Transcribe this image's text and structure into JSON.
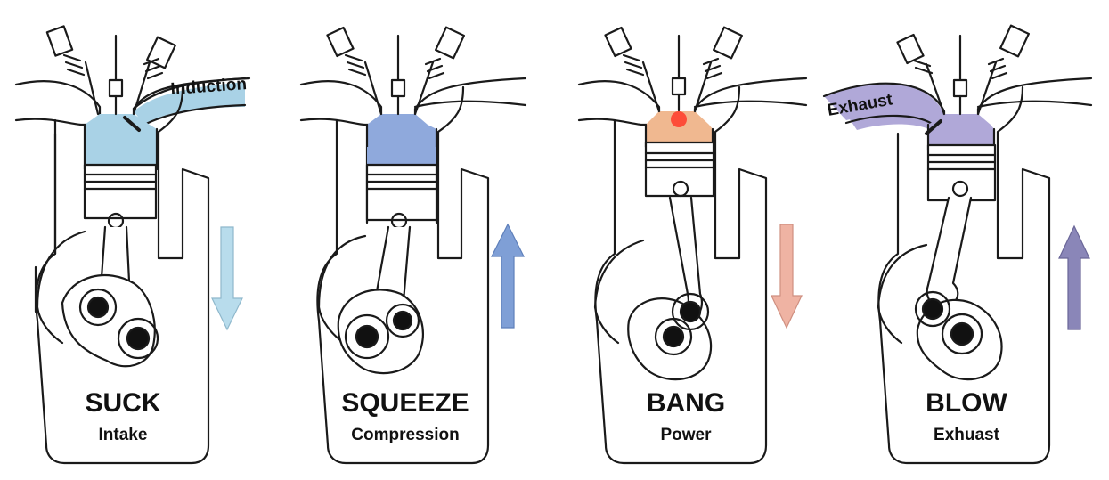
{
  "strokes": [
    {
      "title": "SUCK",
      "subtitle": "Intake",
      "gas_color": "#a9d2e6",
      "arrow_color": "#b8dcec",
      "arrow": "down",
      "callout": "Induction",
      "port": "intake"
    },
    {
      "title": "SQUEEZE",
      "subtitle": "Compression",
      "gas_color": "#8fa9dc",
      "arrow_color": "#7f9fd6",
      "arrow": "up",
      "callout": "",
      "port": "none"
    },
    {
      "title": "BANG",
      "subtitle": "Power",
      "gas_color": "#f0b890",
      "arrow_color": "#efb3a3",
      "arrow": "down",
      "callout": "",
      "port": "none",
      "spark_color": "#ff3a2a"
    },
    {
      "title": "BLOW",
      "subtitle": "Exhuast",
      "gas_color": "#b0a8d8",
      "arrow_color": "#8a86b8",
      "arrow": "up",
      "callout": "Exhaust",
      "port": "exhaust"
    }
  ],
  "colors": {
    "line": "#1a1a1a"
  }
}
